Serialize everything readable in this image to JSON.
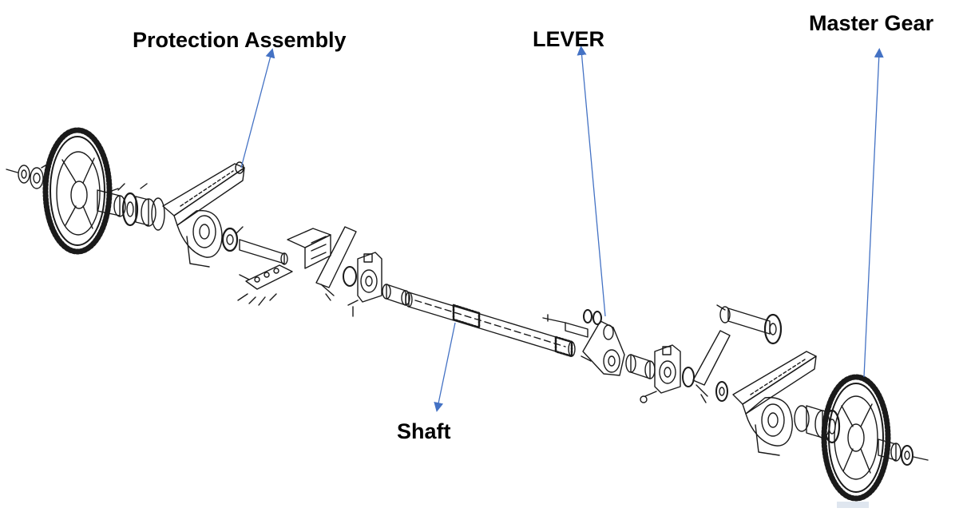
{
  "diagram": {
    "callouts": {
      "protection_assembly": "Protection Assembly",
      "lever": "LEVER",
      "master_gear": "Master Gear",
      "shaft": "Shaft"
    },
    "arrow_color": "#4472c4",
    "line_color": "#1a1a1a"
  }
}
